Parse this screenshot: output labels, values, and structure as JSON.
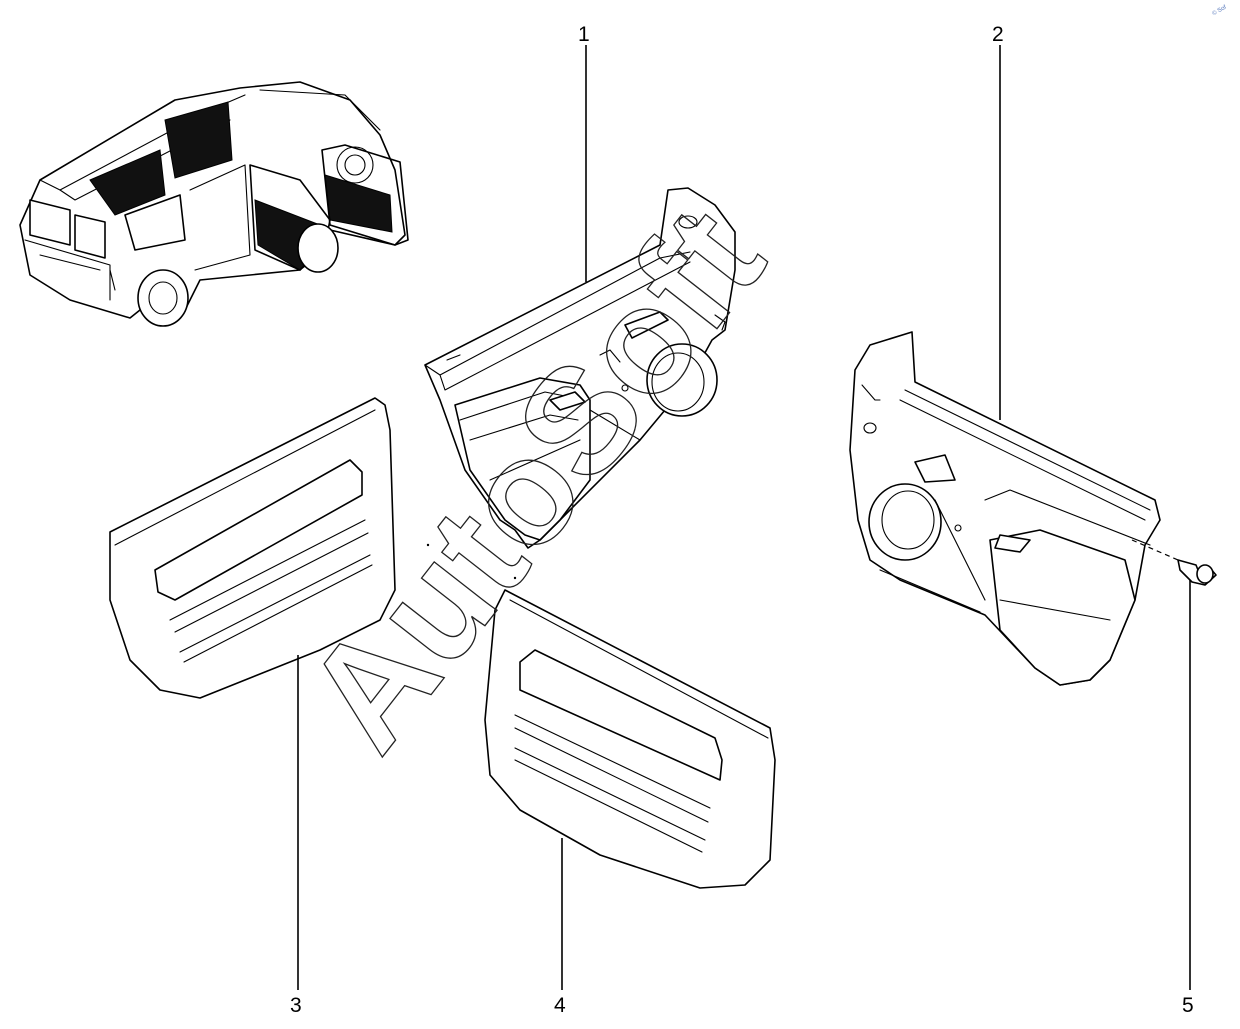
{
  "diagram": {
    "callouts": [
      {
        "id": "1",
        "label": "1"
      },
      {
        "id": "2",
        "label": "2"
      },
      {
        "id": "3",
        "label": "3"
      },
      {
        "id": "4",
        "label": "4"
      },
      {
        "id": "5",
        "label": "5"
      }
    ],
    "watermark": "AutoSoft",
    "corner_mark": "© Sof"
  }
}
